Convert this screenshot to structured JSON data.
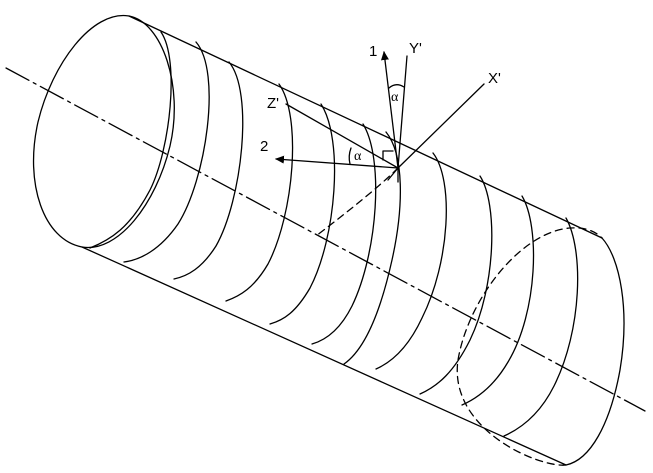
{
  "labels": {
    "axis_1": "1",
    "axis_2": "2",
    "axis_x": "X'",
    "axis_y": "Y'",
    "axis_z": "Z'",
    "alpha_top": "α",
    "alpha_left": "α"
  },
  "colors": {
    "stroke": "#000000",
    "background": "#ffffff"
  }
}
